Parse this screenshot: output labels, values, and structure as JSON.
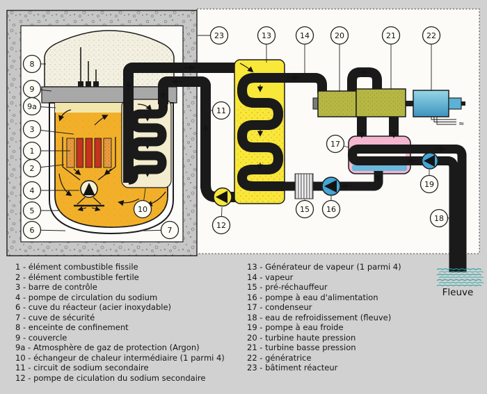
{
  "legend": {
    "left": [
      "1 - élément combustible fissile",
      "2 - élément combustible fertile",
      "3 - barre de contrôle",
      "4 - pompe de circulation du sodium",
      "6 - cuve du réacteur (acier inoxydable)",
      "7 - cuve de sécurité",
      "8 - enceinte de confinement",
      "9 - couvercle",
      "9a - Atmosphère de gaz de protection (Argon)",
      "10 - échangeur de chaleur intermédiaire (1 parmi 4)",
      "11 - circuit de sodium secondaire",
      "12 - pompe de ciculation du sodium secondaire"
    ],
    "right": [
      "13 - Générateur de vapeur (1 parmi 4)",
      "14 - vapeur",
      "15 - pré-réchauffeur",
      "16 - pompe à eau d'alimentation",
      "17 - condenseur",
      "18 - eau de refroidissement (fleuve)",
      "19 - pompe à eau froide",
      "20 - turbine haute pression",
      "21 - turbine basse pression",
      "22 - génératrice",
      "23 - bâtiment réacteur"
    ]
  },
  "callouts": [
    "1",
    "2",
    "3",
    "4",
    "5",
    "6",
    "7",
    "8",
    "9",
    "9a",
    "10",
    "11",
    "12",
    "14",
    "15",
    "16",
    "17",
    "18",
    "19",
    "20",
    "21",
    "22",
    "23",
    "13"
  ],
  "river": {
    "label": "Fleuve"
  },
  "generator": {
    "ac_symbol": "≈"
  },
  "colors": {
    "background": "#d1d1d1",
    "concrete": "#c7c7c7",
    "sodium": "#f2b02a",
    "argon_gas": "#f3e6ac",
    "secondary_sodium": "#f7e83a",
    "steam": "#ec5f9e",
    "water": "#45a5d5",
    "turbine": "#b6b744",
    "generator": "#63b6d8",
    "condenser": "#f3b6ce",
    "fuel_fissile": "#c5321f",
    "fuel_fertile": "#e89b43"
  }
}
